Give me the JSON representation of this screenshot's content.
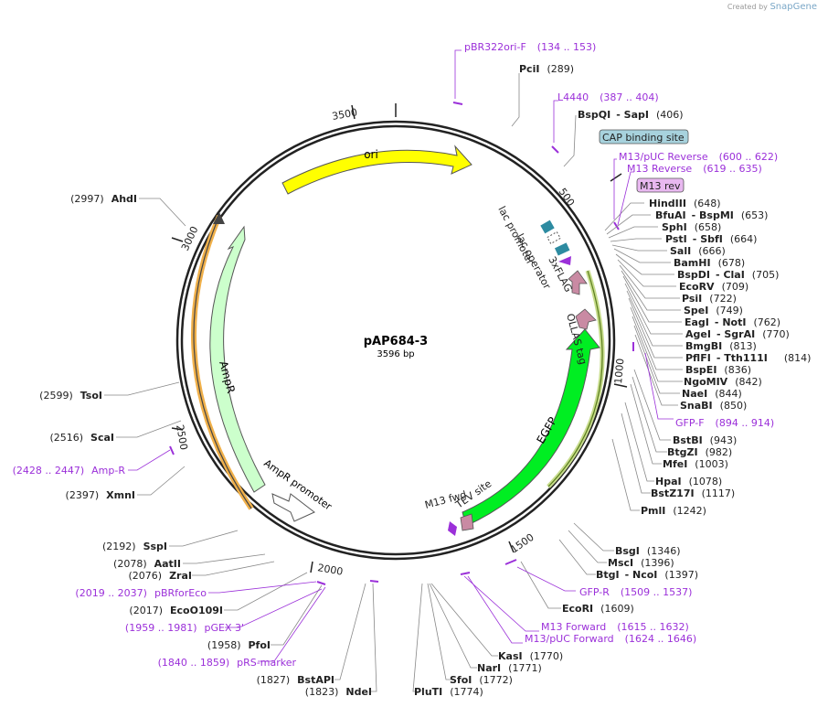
{
  "credit": {
    "prefix": "Created by",
    "brand": "SnapGene"
  },
  "plasmid": {
    "name": "pAP684-3",
    "size_label": "3596 bp"
  },
  "ticks": [
    "500",
    "1000",
    "1500",
    "2000",
    "2500",
    "3000",
    "3500"
  ],
  "features": {
    "ori": "ori",
    "ampr": "AmpR",
    "ampr_promoter": "AmpR promoter",
    "lac_promoter": "lac promoter",
    "lac_operator": "lac operator",
    "flag": "3xFLAG",
    "ollas": "OLLAS tag",
    "egfp": "EGFP",
    "tev": "TEV site",
    "m13fwd": "M13 fwd",
    "cap": "CAP binding site",
    "m13rev": "M13 rev"
  },
  "sites_right": [
    {
      "name": "PciI",
      "pos": "(289)"
    },
    {
      "name": "BspQI",
      "name2": "SapI",
      "pos": "(406)"
    },
    {
      "name": "HindIII",
      "pos": "(648)"
    },
    {
      "name": "BfuAI",
      "name2": "BspMI",
      "pos": "(653)"
    },
    {
      "name": "SphI",
      "pos": "(658)"
    },
    {
      "name": "PstI",
      "name2": "SbfI",
      "pos": "(664)"
    },
    {
      "name": "SalI",
      "pos": "(666)"
    },
    {
      "name": "BamHI",
      "pos": "(678)"
    },
    {
      "name": "BspDI",
      "name2": "ClaI",
      "pos": "(705)"
    },
    {
      "name": "EcoRV",
      "pos": "(709)"
    },
    {
      "name": "PsiI",
      "pos": "(722)"
    },
    {
      "name": "SpeI",
      "pos": "(749)"
    },
    {
      "name": "EagI",
      "name2": "NotI",
      "pos": "(762)"
    },
    {
      "name": "AgeI",
      "name2": "SgrAI",
      "pos": "(770)"
    },
    {
      "name": "BmgBI",
      "pos": "(813)"
    },
    {
      "name": "PflFI",
      "name2": "Tth111I",
      "pos": "(814)"
    },
    {
      "name": "BspEI",
      "pos": "(836)"
    },
    {
      "name": "NgoMIV",
      "pos": "(842)"
    },
    {
      "name": "NaeI",
      "pos": "(844)"
    },
    {
      "name": "SnaBI",
      "pos": "(850)"
    },
    {
      "name": "BstBI",
      "pos": "(943)"
    },
    {
      "name": "BtgZI",
      "pos": "(982)"
    },
    {
      "name": "MfeI",
      "pos": "(1003)"
    },
    {
      "name": "HpaI",
      "pos": "(1078)"
    },
    {
      "name": "BstZ17I",
      "pos": "(1117)"
    },
    {
      "name": "PmlI",
      "pos": "(1242)"
    },
    {
      "name": "BsgI",
      "pos": "(1346)"
    },
    {
      "name": "MscI",
      "pos": "(1396)"
    },
    {
      "name": "BtgI",
      "name2": "NcoI",
      "pos": "(1397)"
    },
    {
      "name": "EcoRI",
      "pos": "(1609)"
    },
    {
      "name": "KasI",
      "pos": "(1770)"
    },
    {
      "name": "NarI",
      "pos": "(1771)"
    },
    {
      "name": "SfoI",
      "pos": "(1772)"
    },
    {
      "name": "PluTI",
      "pos": "(1774)"
    }
  ],
  "sites_left": [
    {
      "name": "AhdI",
      "pos": "(2997)"
    },
    {
      "name": "TsoI",
      "pos": "(2599)"
    },
    {
      "name": "ScaI",
      "pos": "(2516)"
    },
    {
      "name": "XmnI",
      "pos": "(2397)"
    },
    {
      "name": "SspI",
      "pos": "(2192)"
    },
    {
      "name": "AatII",
      "pos": "(2078)"
    },
    {
      "name": "ZraI",
      "pos": "(2076)"
    },
    {
      "name": "EcoO109I",
      "pos": "(2017)"
    },
    {
      "name": "PfoI",
      "pos": "(1958)"
    },
    {
      "name": "BstAPI",
      "pos": "(1827)"
    },
    {
      "name": "NdeI",
      "pos": "(1823)"
    }
  ],
  "primers": [
    {
      "name": "pBR322ori-F",
      "range": "(134 .. 153)"
    },
    {
      "name": "L4440",
      "range": "(387 .. 404)"
    },
    {
      "name": "M13/pUC Reverse",
      "range": "(600 .. 622)"
    },
    {
      "name": "M13 Reverse",
      "range": "(619 .. 635)"
    },
    {
      "name": "GFP-F",
      "range": "(894 .. 914)"
    },
    {
      "name": "GFP-R",
      "range": "(1509 .. 1537)"
    },
    {
      "name": "M13 Forward",
      "range": "(1615 .. 1632)"
    },
    {
      "name": "M13/pUC Forward",
      "range": "(1624 .. 1646)"
    },
    {
      "name": "Amp-R",
      "range": "(2428 .. 2447)"
    },
    {
      "name": "pBRforEco",
      "range": "(2019 .. 2037)"
    },
    {
      "name": "pGEX 3'",
      "range": "(1959 .. 1981)"
    },
    {
      "name": "pRS-marker",
      "range": "(1840 .. 1859)"
    }
  ]
}
